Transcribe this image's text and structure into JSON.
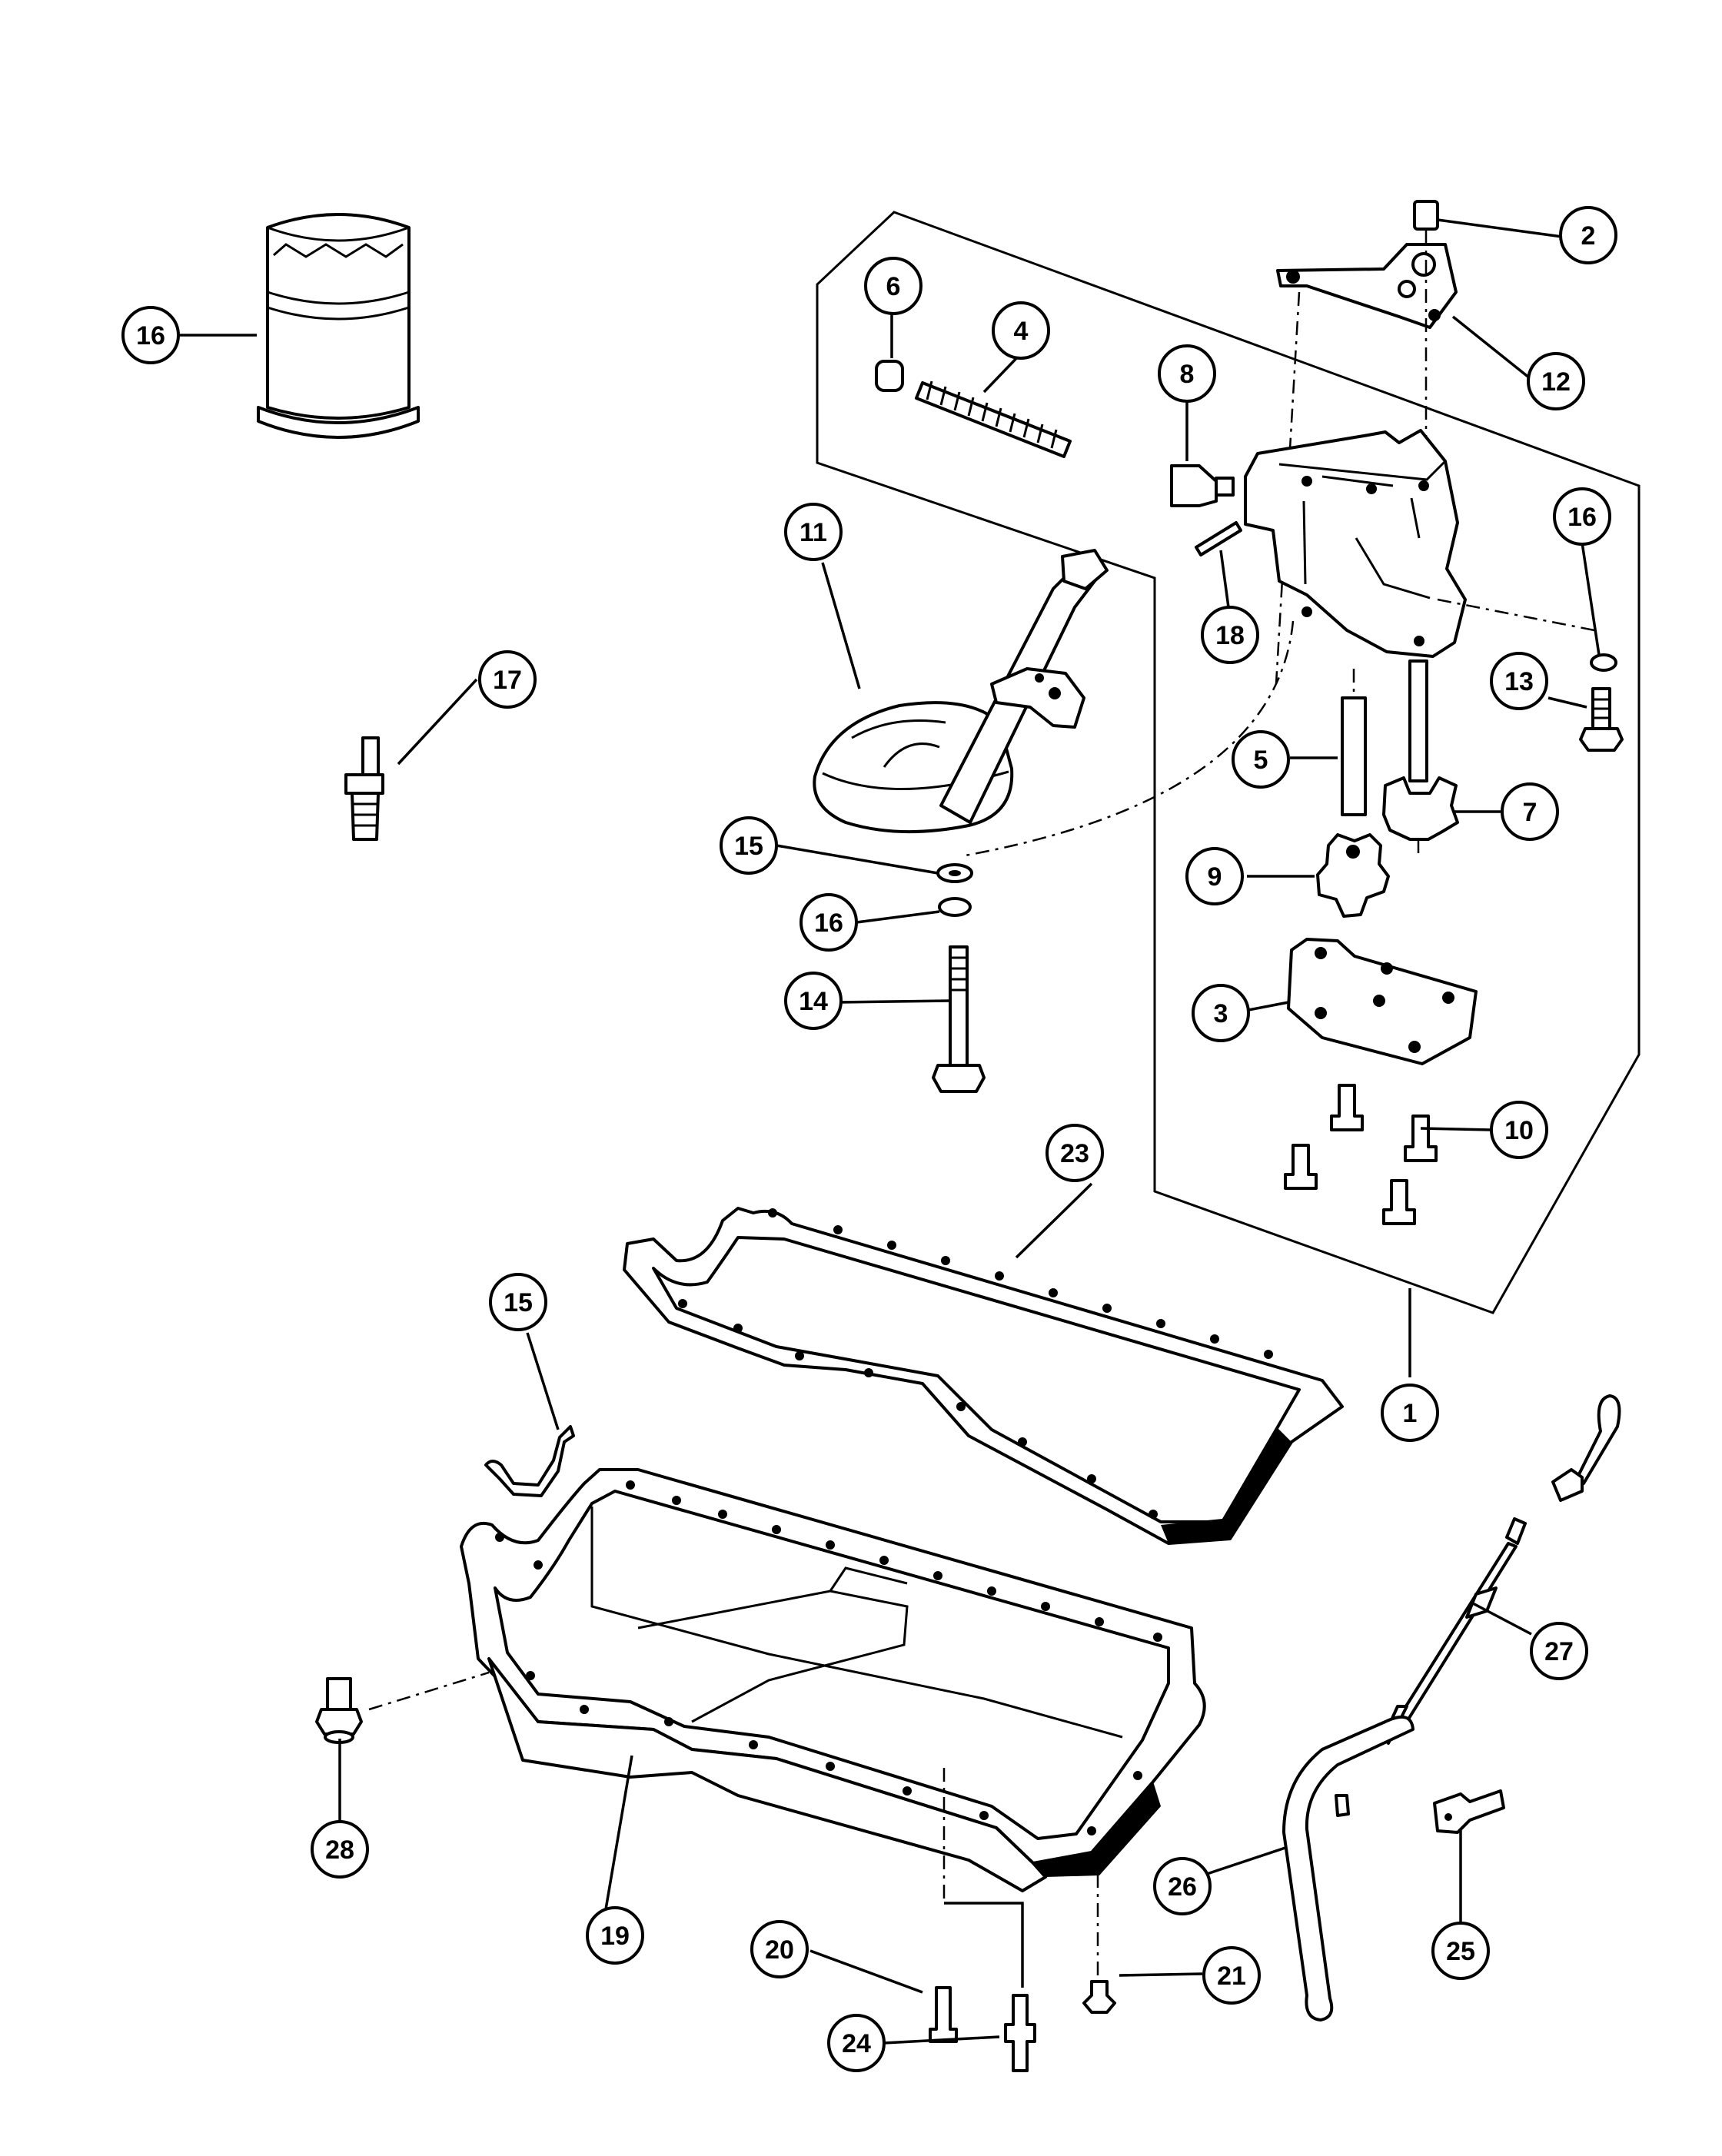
{
  "diagram": {
    "callouts": [
      {
        "id": "c1",
        "label": "1"
      },
      {
        "id": "c2",
        "label": "2"
      },
      {
        "id": "c3",
        "label": "3"
      },
      {
        "id": "c4",
        "label": "4"
      },
      {
        "id": "c5",
        "label": "5"
      },
      {
        "id": "c6",
        "label": "6"
      },
      {
        "id": "c7",
        "label": "7"
      },
      {
        "id": "c8",
        "label": "8"
      },
      {
        "id": "c9",
        "label": "9"
      },
      {
        "id": "c10",
        "label": "10"
      },
      {
        "id": "c11",
        "label": "11"
      },
      {
        "id": "c12",
        "label": "12"
      },
      {
        "id": "c13",
        "label": "13"
      },
      {
        "id": "c14",
        "label": "14"
      },
      {
        "id": "c15a",
        "label": "15"
      },
      {
        "id": "c15b",
        "label": "15"
      },
      {
        "id": "c16a",
        "label": "16"
      },
      {
        "id": "c16b",
        "label": "16"
      },
      {
        "id": "c16c",
        "label": "16"
      },
      {
        "id": "c17",
        "label": "17"
      },
      {
        "id": "c18",
        "label": "18"
      },
      {
        "id": "c19",
        "label": "19"
      },
      {
        "id": "c20",
        "label": "20"
      },
      {
        "id": "c21",
        "label": "21"
      },
      {
        "id": "c23",
        "label": "23"
      },
      {
        "id": "c24",
        "label": "24"
      },
      {
        "id": "c25",
        "label": "25"
      },
      {
        "id": "c26",
        "label": "26"
      },
      {
        "id": "c27",
        "label": "27"
      },
      {
        "id": "c28",
        "label": "28"
      }
    ]
  }
}
